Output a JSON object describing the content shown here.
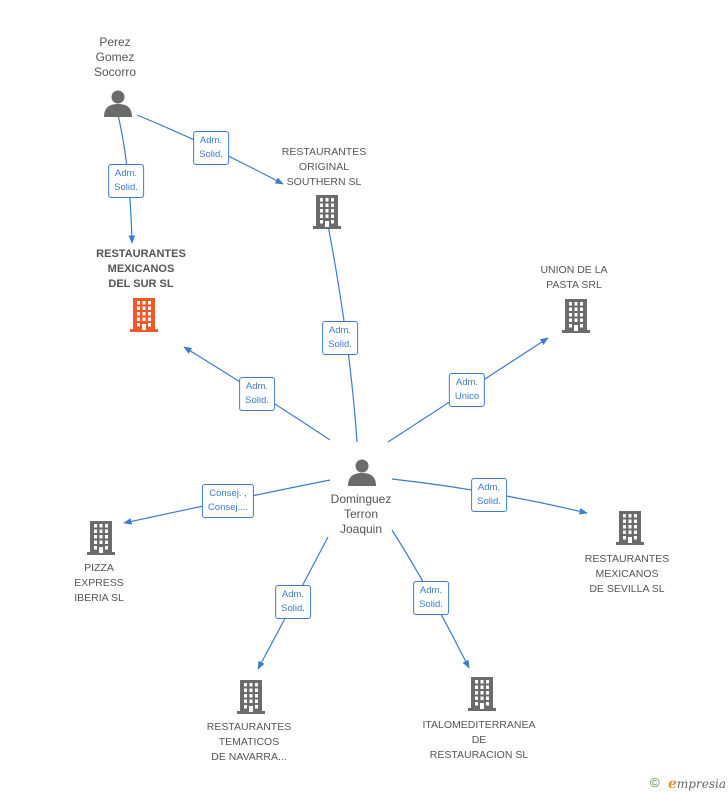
{
  "nodes": {
    "perez": {
      "label": "Perez\nGomez\nSocorro",
      "kind": "person"
    },
    "dominguez": {
      "label": "Dominguez\nTerron\nJoaquin",
      "kind": "person"
    },
    "rest_mex_sur": {
      "label": "RESTAURANTES\nMEXICANOS\nDEL SUR SL",
      "kind": "company-main"
    },
    "rest_original": {
      "label": "RESTAURANTES\nORIGINAL\nSOUTHERN SL",
      "kind": "company"
    },
    "union_pasta": {
      "label": "UNION DE LA\nPASTA SRL",
      "kind": "company"
    },
    "pizza_express": {
      "label": "PIZZA\nEXPRESS\nIBERIA  SL",
      "kind": "company"
    },
    "rest_sevilla": {
      "label": "RESTAURANTES\nMEXICANOS\nDE SEVILLA  SL",
      "kind": "company"
    },
    "rest_tematicos": {
      "label": "RESTAURANTES\nTEMATICOS\nDE NAVARRA...",
      "kind": "company"
    },
    "italomed": {
      "label": "ITALOMEDITERRANEA\nDE\nRESTAURACION SL",
      "kind": "company"
    }
  },
  "edges": [
    {
      "from": "perez",
      "to": "rest_mex_sur",
      "label": "Adm.\nSolid."
    },
    {
      "from": "perez",
      "to": "rest_original",
      "label": "Adm.\nSolid."
    },
    {
      "from": "dominguez",
      "to": "rest_original",
      "label": "Adm.\nSolid."
    },
    {
      "from": "dominguez",
      "to": "rest_mex_sur",
      "label": "Adm.\nSolid."
    },
    {
      "from": "dominguez",
      "to": "union_pasta",
      "label": "Adm.\nUnico"
    },
    {
      "from": "dominguez",
      "to": "pizza_express",
      "label": "Consej. ,\nConsej...."
    },
    {
      "from": "dominguez",
      "to": "rest_sevilla",
      "label": "Adm.\nSolid."
    },
    {
      "from": "dominguez",
      "to": "rest_tematicos",
      "label": "Adm.\nSolid."
    },
    {
      "from": "dominguez",
      "to": "italomed",
      "label": "Adm.\nSolid."
    }
  ],
  "colors": {
    "edge": "#3d7cc9",
    "icon": "#6b6b6b",
    "main_icon": "#f0582a"
  },
  "footer": {
    "copyright": "©",
    "brand_e": "e",
    "brand_rest": "mpresia"
  }
}
